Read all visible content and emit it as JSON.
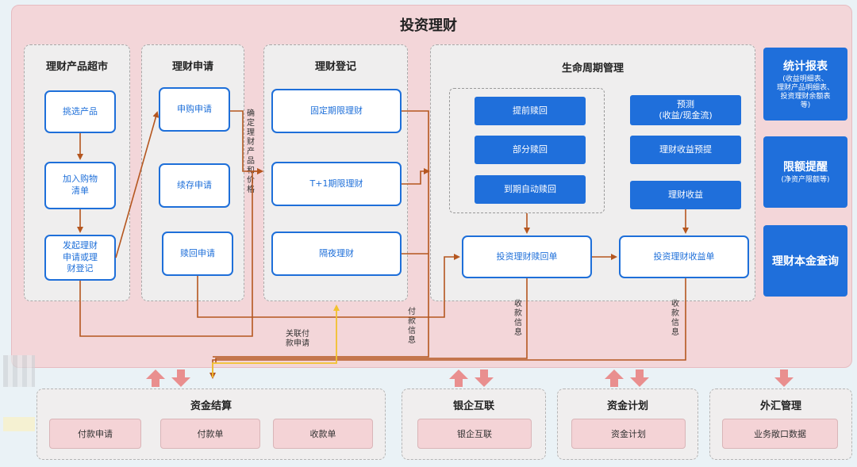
{
  "title": "投资理财",
  "groups": {
    "market": {
      "title": "理财产品超市",
      "nodes": [
        "挑选产品",
        "加入购物\n清单",
        "发起理财\n申请或理\n财登记"
      ]
    },
    "apply": {
      "title": "理财申请",
      "nodes": [
        "申购申请",
        "续存申请",
        "赎回申请"
      ]
    },
    "register": {
      "title": "理财登记",
      "nodes": [
        "固定期限理财",
        "T+1期限理财",
        "隔夜理财"
      ]
    },
    "lifecycle": {
      "title": "生命周期管理",
      "left_nodes": [
        "提前赎回",
        "部分赎回",
        "到期自动赎回"
      ],
      "right_nodes": [
        "预测\n(收益/现金流)",
        "理财收益预提",
        "理财收益"
      ],
      "redeem_doc": "投资理财赎回单",
      "income_doc": "投资理财收益单"
    }
  },
  "side_panels": [
    {
      "title": "统计报表",
      "subtitle": "(收益明细表、\n理财产品明细表、\n投资理财余额表\n等)"
    },
    {
      "title": "限额提醒",
      "subtitle": "(净资产限额等)"
    },
    {
      "title": "理财本金查询",
      "subtitle": ""
    }
  ],
  "labels": {
    "confirm": "确\n定\n理\n财\n产\n品\n和\n价\n格",
    "link_payment": "关联付\n款申请",
    "payment_info": "付\n款\n信\n息",
    "receipt_info_1": "收\n款\n信\n息",
    "receipt_info_2": "收\n款\n信\n息"
  },
  "bottom": [
    {
      "title": "资金结算",
      "items": [
        "付款申请",
        "付款单",
        "收款单"
      ]
    },
    {
      "title": "银企互联",
      "items": [
        "银企互联"
      ]
    },
    {
      "title": "资金计划",
      "items": [
        "资金计划"
      ]
    },
    {
      "title": "外汇管理",
      "items": [
        "业务敞口数据"
      ]
    }
  ],
  "colors": {
    "accent": "#1f6fdb",
    "arrow": "#b5561f",
    "highlight_arrow": "#f2c12e",
    "panel": "#f3d6d9",
    "transfer_arrow": "#e98f8f"
  }
}
